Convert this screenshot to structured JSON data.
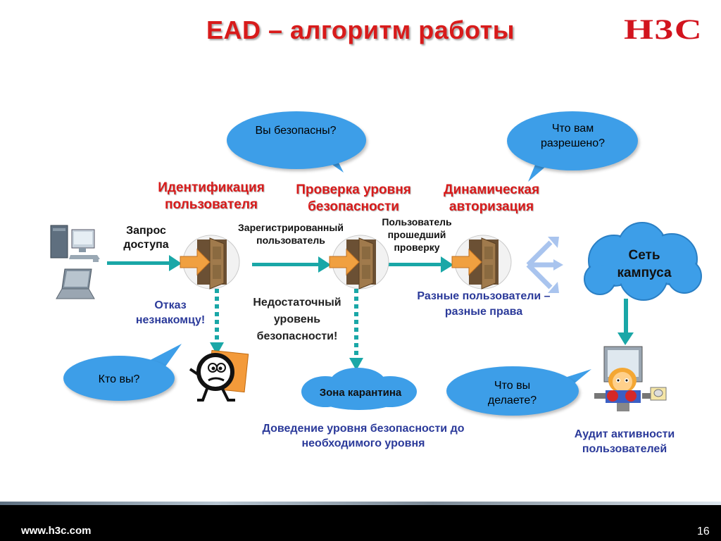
{
  "title": "EAD – алгоритм работы",
  "logo": "H3C",
  "bubbles": {
    "safe": "Вы безопасны?",
    "allowed": "Что вам разрешено?",
    "who": "Кто вы?",
    "doing": "Что вы делаете?"
  },
  "steps": {
    "identification": "Идентификация пользователя",
    "security_check": "Проверка уровня безопасности",
    "authorization": "Динамическая авторизация"
  },
  "labels": {
    "access_request": "Запрос доступа",
    "registered_user": "Зарегистрированный пользователь",
    "checked_user": "Пользователь прошедший проверку",
    "deny_stranger": "Отказ незнакомцу!",
    "insufficient": "Недостаточный уровень безопасности!",
    "different_users": "Разные пользователи – разные права",
    "quarantine": "Зона карантина",
    "raise_level": "Доведение уровня безопасности до необходимого уровня",
    "campus_net": "Сеть кампуса",
    "audit": "Аудит активности пользователей"
  },
  "footer": {
    "url": "www.h3c.com",
    "page": "16"
  },
  "colors": {
    "title_red": "#d81b1b",
    "bubble_blue": "#3d9ee8",
    "arrow_cyan": "#1aa7a7",
    "caption_blue": "#2b3a9a"
  },
  "icons": [
    "computer-icon",
    "laptop-icon",
    "door-icon",
    "stranger-icon",
    "cloud-icon",
    "user-at-computer-icon",
    "branch-arrows-icon"
  ]
}
